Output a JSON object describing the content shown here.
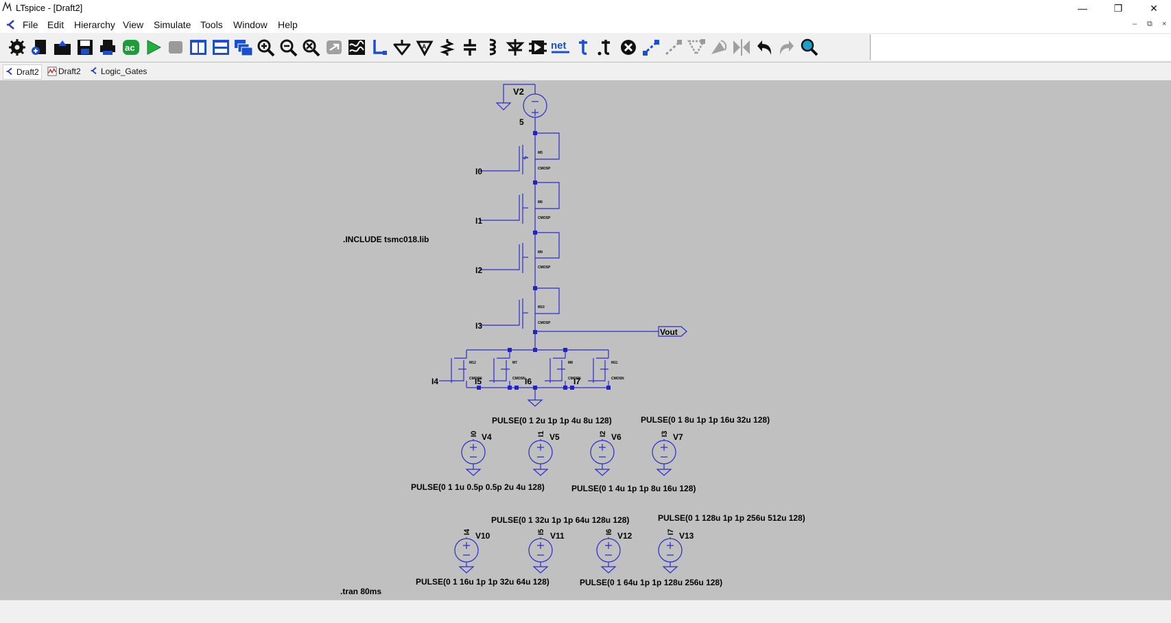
{
  "window": {
    "title": "LTspice - [Draft2]",
    "controls": {
      "minimize": "—",
      "restore": "❐",
      "close": "✕"
    },
    "mdi_controls": {
      "minimize": "–",
      "restore": "⧉",
      "close": "×"
    }
  },
  "menu": [
    "File",
    "Edit",
    "Hierarchy",
    "View",
    "Simulate",
    "Tools",
    "Window",
    "Help"
  ],
  "toolbar": {
    "icons": [
      "settings-icon",
      "new-schematic-icon",
      "open-icon",
      "save-icon",
      "print-icon",
      "control-panel-icon",
      "ac-analysis-icon",
      "run-icon",
      "halt-icon",
      "tile-vertical-icon",
      "tile-horizontal-icon",
      "cascade-icon",
      "zoom-in-icon",
      "zoom-out-icon",
      "zoom-fit-icon",
      "zoom-back-icon",
      "autorange-icon",
      "wire-icon",
      "ground-icon",
      "label-net-icon",
      "resistor-icon",
      "capacitor-icon",
      "inductor-icon",
      "diode-icon",
      "component-icon",
      "netlist-icon",
      "text-icon",
      "spice-directive-icon",
      "delete-icon",
      "duplicate-icon",
      "move-icon",
      "drag-icon",
      "rotate-icon",
      "mirror-icon",
      "undo-icon",
      "redo-icon",
      "find-icon"
    ],
    "net_label": "net",
    "ac_label": "ac"
  },
  "tabs": [
    {
      "label": "Draft2",
      "icon": "schematic-icon",
      "active": true
    },
    {
      "label": "Draft2",
      "icon": "waveform-icon",
      "active": false
    },
    {
      "label": "Logic_Gates",
      "icon": "schematic-icon",
      "active": false
    }
  ],
  "schematic": {
    "wire_color": "#2a2acc",
    "background": "#c0c0c0",
    "supply": {
      "name": "V2",
      "value": "5"
    },
    "pmos": [
      {
        "name": "M5",
        "model": "CMOSP",
        "gate": "I0"
      },
      {
        "name": "M6",
        "model": "CMOSP",
        "gate": "I1"
      },
      {
        "name": "M9",
        "model": "CMOSP",
        "gate": "I2"
      },
      {
        "name": "M10",
        "model": "CMOSP",
        "gate": "I3"
      }
    ],
    "nmos": [
      {
        "name": "M12",
        "model": "CMOSN",
        "gate": "I4"
      },
      {
        "name": "M7",
        "model": "CMOSN",
        "gate": "I5"
      },
      {
        "name": "M8",
        "model": "CMOSN",
        "gate": "I6"
      },
      {
        "name": "M11",
        "model": "CMOSN",
        "gate": "I7"
      }
    ],
    "output": "Vout",
    "include": ".INCLUDE tsmc018.lib",
    "tran": ".tran 80ms",
    "sources_row1": [
      {
        "name": "V4",
        "net": "I0",
        "pulse": "PULSE(0 1 1u 0.5p 0.5p 2u 4u 128)"
      },
      {
        "name": "V5",
        "net": "I1",
        "pulse": "PULSE(0 1 2u 1p 1p 4u 8u 128)"
      },
      {
        "name": "V6",
        "net": "I2",
        "pulse": "PULSE(0 1 4u 1p 1p 8u 16u 128)"
      },
      {
        "name": "V7",
        "net": "I3",
        "pulse": "PULSE(0 1 8u 1p 1p 16u 32u 128)"
      }
    ],
    "sources_row2": [
      {
        "name": "V10",
        "net": "I4",
        "pulse": "PULSE(0 1 16u 1p 1p 32u 64u 128)"
      },
      {
        "name": "V11",
        "net": "I5",
        "pulse": "PULSE(0 1 32u 1p 1p 64u 128u 128)"
      },
      {
        "name": "V12",
        "net": "I6",
        "pulse": "PULSE(0 1 64u 1p 1p 128u 256u 128)"
      },
      {
        "name": "V13",
        "net": "I7",
        "pulse": "PULSE(0 1 128u 1p 1p 256u 512u 128)"
      }
    ]
  }
}
